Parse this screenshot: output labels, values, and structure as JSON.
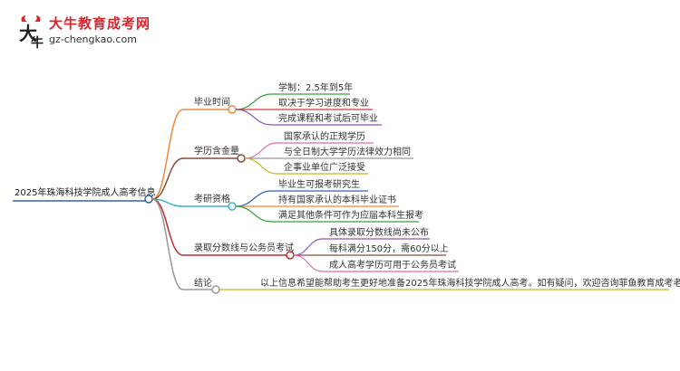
{
  "logo": {
    "brand": "大牛教育成考网",
    "site": "gz-chengkao.com"
  },
  "root": "2025年珠海科技学院成人高考信息",
  "branches": [
    {
      "label": "毕业时间",
      "color": "#ef8a3a",
      "leaves": [
        {
          "label": "学制：2.5年到5年",
          "color": "#37a138"
        },
        {
          "label": "取决于学习进度和专业",
          "color": "#d73a3a"
        },
        {
          "label": "完成课程和考试后可毕业",
          "color": "#8e56b8"
        }
      ]
    },
    {
      "label": "学历含金量",
      "color": "#8b4a3c",
      "leaves": [
        {
          "label": "国家承认的正规学历",
          "color": "#e06aa8"
        },
        {
          "label": "与全日制大学学历法律效力相同",
          "color": "#999999"
        },
        {
          "label": "企事业单位广泛接受",
          "color": "#c9b51c"
        }
      ]
    },
    {
      "label": "考研资格",
      "color": "#39b9c6",
      "leaves": [
        {
          "label": "毕业生可报考研究生",
          "color": "#2f63b5"
        },
        {
          "label": "持有国家承认的本科毕业证书",
          "color": "#ef8a3a"
        },
        {
          "label": "满足其他条件可作为应届本科生报考",
          "color": "#37a138"
        }
      ]
    },
    {
      "label": "录取分数线与公务员考试",
      "color": "#c22d2d",
      "leaves": [
        {
          "label": "具体录取分数线尚未公布",
          "color": "#8e56b8"
        },
        {
          "label": "每科满分150分，需60分以上",
          "color": "#8b4a3c"
        },
        {
          "label": "成人高考学历可用于公务员考试",
          "color": "#e06aa8"
        }
      ]
    },
    {
      "label": "结论",
      "color": "#999999",
      "leaves": [
        {
          "label": "以上信息希望能帮助考生更好地准备2025年珠海科技学院成人高考。如有疑问，欢迎咨询菲鱼教育成考老师。",
          "color": "#c9b51c"
        }
      ]
    }
  ]
}
